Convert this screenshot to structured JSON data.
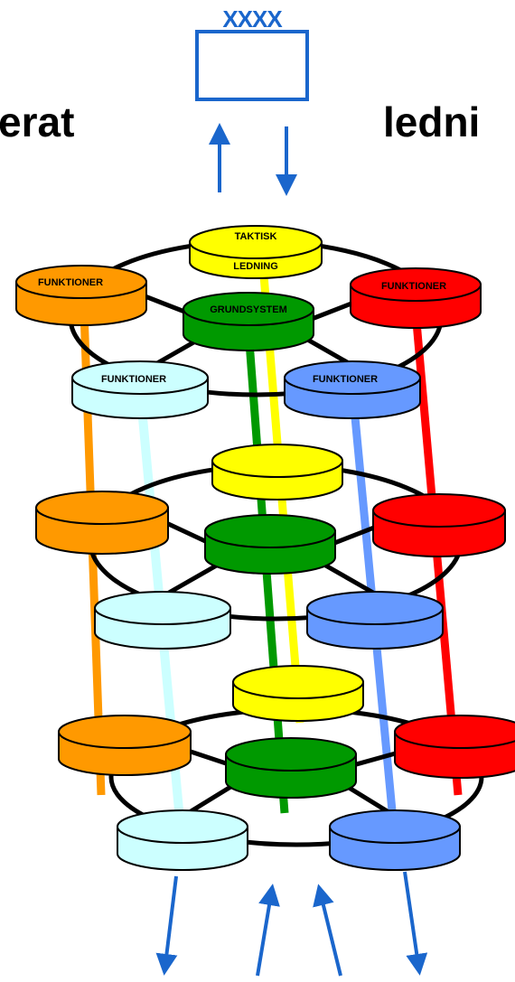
{
  "title": {
    "left_fragment": "erat",
    "right_fragment": "ledni"
  },
  "top_box": {
    "label": "XXXX"
  },
  "disks": {
    "tactical": {
      "line1": "TAKTISK",
      "line2": "LEDNING"
    },
    "base": "GRUNDSYSTEM",
    "functions_left": "FUNKTIONER",
    "functions_right": "FUNKTIONER",
    "functions_front_left": "FUNKTIONER",
    "functions_front_right": "FUNKTIONER"
  },
  "colors": {
    "tactical": "#ffff00",
    "base": "#009900",
    "orange": "#ff9900",
    "red": "#ff0000",
    "cyan": "#ccffff",
    "blue": "#6699ff",
    "arrow": "#1a66cc",
    "ring": "#000000"
  }
}
